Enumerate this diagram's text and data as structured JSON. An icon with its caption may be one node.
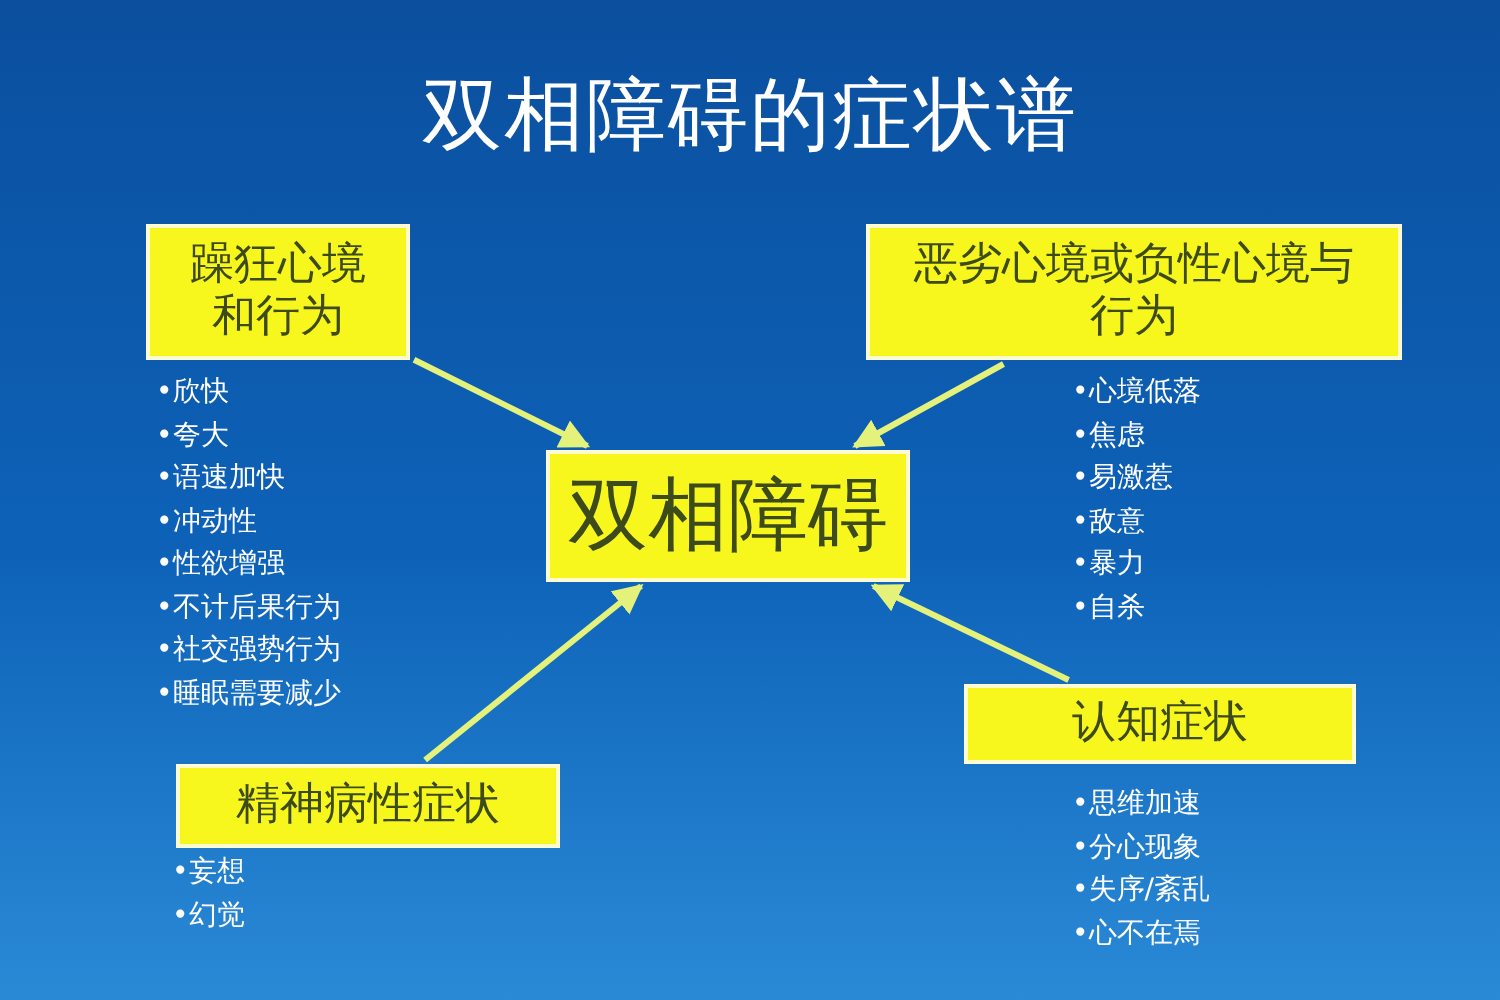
{
  "diagram": {
    "title": "双相障碍的症状谱",
    "nodes": [
      {
        "text": [
          "躁狂心境和行为"
        ],
        "beside": [
          "•欣快",
          "•夸大",
          "•语速加快",
          "•冲动性",
          "•性欲增强",
          "•不计后果行为",
          "•社交强势行为",
          "•睡眠需要减少"
        ]
      },
      {
        "text": [
          "恶劣心境或负性心境与行为"
        ],
        "beside": [
          "•心境低落",
          "•焦虑",
          "•易激惹",
          "•敌意",
          "•暴力",
          "•自杀"
        ]
      },
      {
        "text": [
          "双相障碍"
        ]
      },
      {
        "text": [
          "精神病性症状"
        ],
        "beside": [
          "•妄想",
          "•幻觉"
        ]
      },
      {
        "text": [
          "认知症状"
        ],
        "beside": [
          "•思维加速",
          "•分心现象",
          "•失序/紊乱",
          "•心不在焉"
        ]
      }
    ],
    "edges": [
      {
        "from": 0,
        "to": 2,
        "arrow": "to"
      },
      {
        "from": 1,
        "to": 2,
        "arrow": "to"
      },
      {
        "from": 3,
        "to": 2,
        "arrow": "to"
      },
      {
        "from": 4,
        "to": 2,
        "arrow": "to"
      }
    ]
  }
}
